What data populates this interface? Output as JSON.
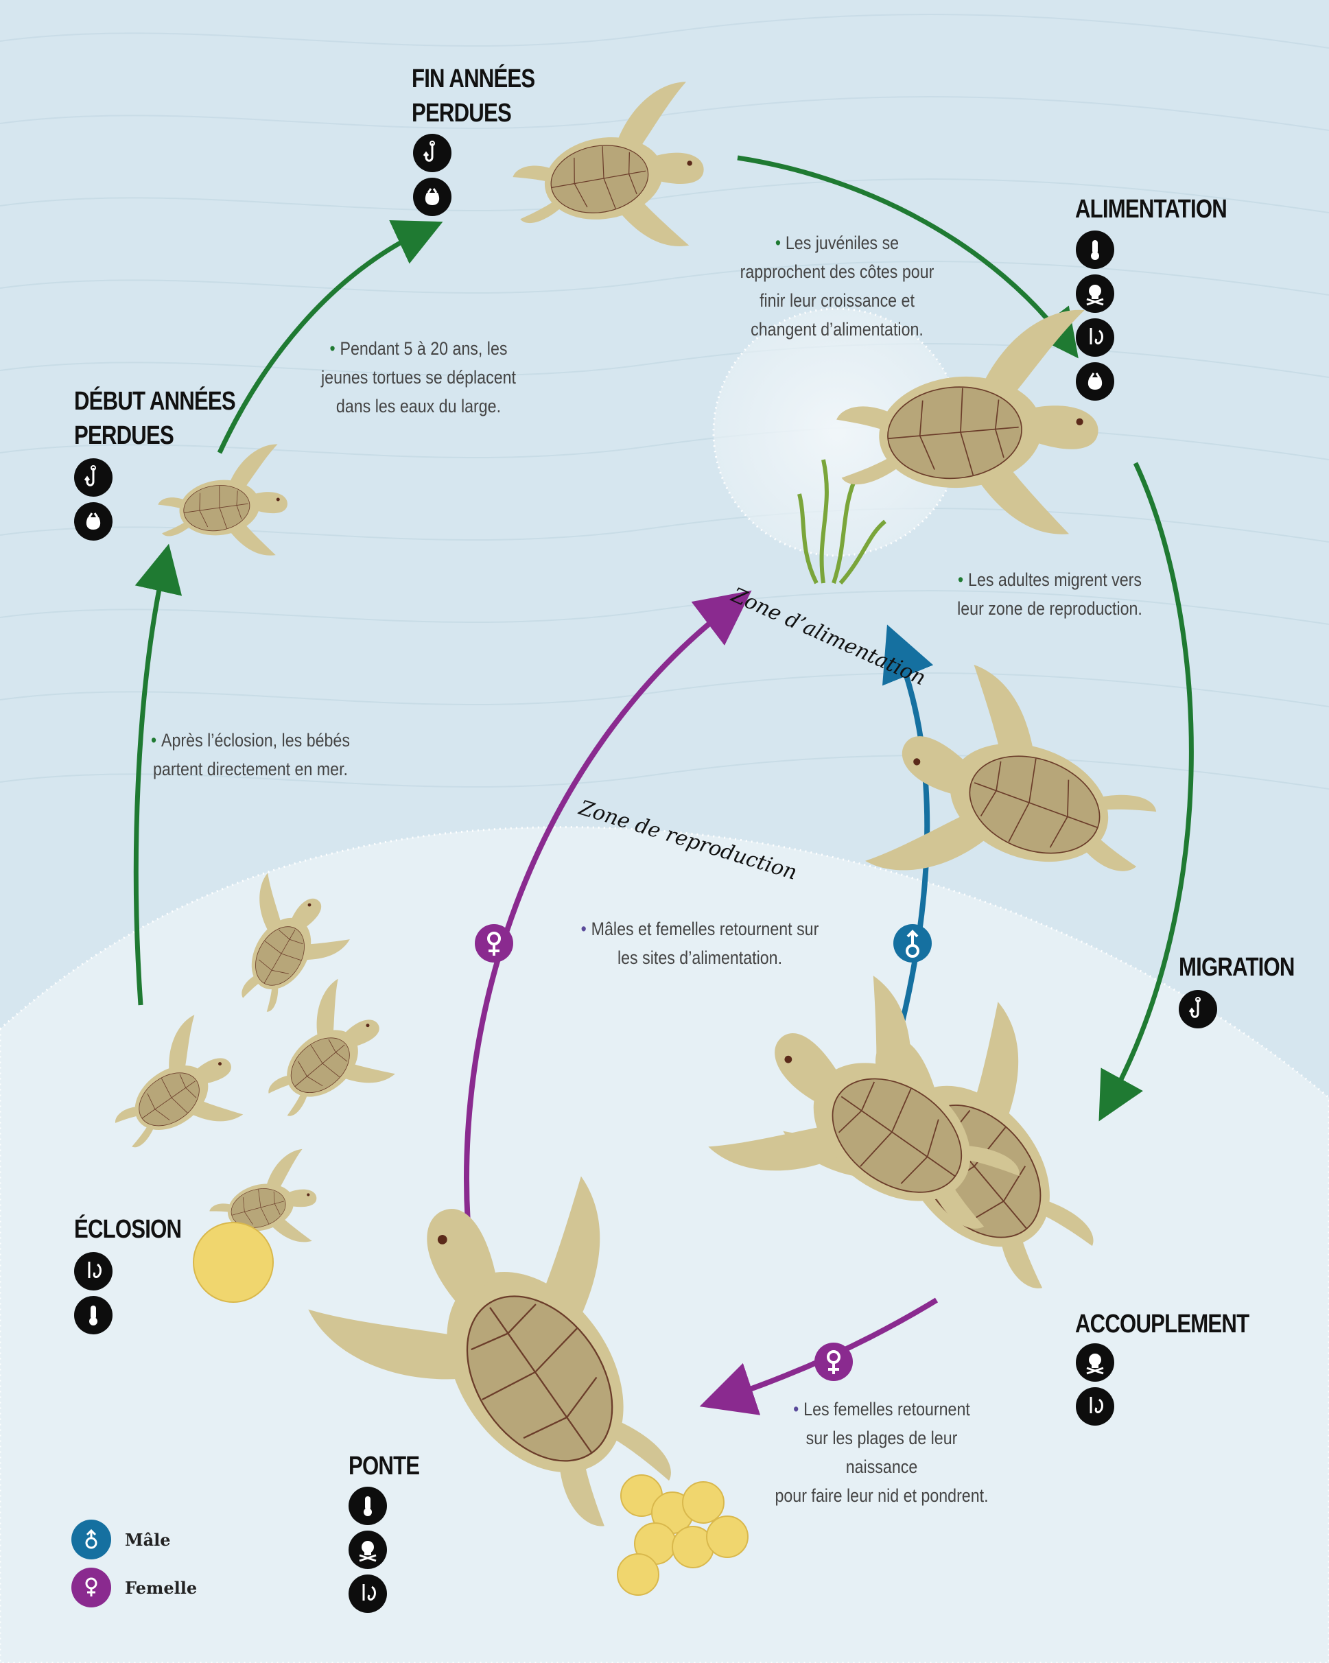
{
  "stages": {
    "fin_annees_perdues": [
      "FIN ANNÉES",
      "PERDUES"
    ],
    "alimentation": [
      "ALIMENTATION"
    ],
    "debut_annees_perdues": [
      "DÉBUT ANNÉES",
      "PERDUES"
    ],
    "migration": [
      "MIGRATION"
    ],
    "eclosion": [
      "ÉCLOSION"
    ],
    "accouplement": [
      "ACCOUPLEMENT"
    ],
    "ponte": [
      "PONTE"
    ]
  },
  "notes": {
    "juveniles": [
      "Les juvéniles se",
      "rapprochent des côtes pour",
      "finir leur croissance et",
      "changent d’alimentation."
    ],
    "pendant": [
      "Pendant 5 à 20 ans, les",
      "jeunes tortues se déplacent",
      "dans les eaux du large."
    ],
    "adultes": [
      "Les adultes migrent vers",
      "leur zone de reproduction."
    ],
    "apres": [
      "Après l’éclosion, les bébés",
      "partent directement en mer."
    ],
    "males": [
      "Mâles et femelles retournent sur",
      "les sites d’alimentation."
    ],
    "femelles": [
      "Les femelles retournent",
      "sur les plages de leur naissance",
      "pour faire leur nid et pondrent."
    ]
  },
  "zones": {
    "alimentation": "Zone d’alimentation",
    "reproduction": "Zone de reproduction"
  },
  "threat_icons": {
    "fin_annees_perdues": [
      "hook-icon",
      "bag-icon"
    ],
    "alimentation": [
      "thermometer-icon",
      "skull-icon",
      "net-hook-icon",
      "bag-icon"
    ],
    "debut_annees_perdues": [
      "hook-icon",
      "bag-icon"
    ],
    "migration": [
      "hook-icon"
    ],
    "eclosion": [
      "net-hook-icon",
      "thermometer-icon"
    ],
    "accouplement": [
      "skull-icon",
      "net-hook-icon"
    ],
    "ponte": [
      "thermometer-icon",
      "skull-icon",
      "net-hook-icon"
    ]
  },
  "legend": {
    "male": "Mâle",
    "female": "Femelle"
  },
  "colors": {
    "green_arrow": "#1f7a32",
    "purple_arrow": "#8a2a8f",
    "blue_arrow": "#1570a0",
    "turtle_skin": "#d2c594",
    "turtle_shell": "#b7a679",
    "shell_lines": "#6b3d2a",
    "egg": "#f0d66e",
    "background": "#d6e6ef"
  }
}
